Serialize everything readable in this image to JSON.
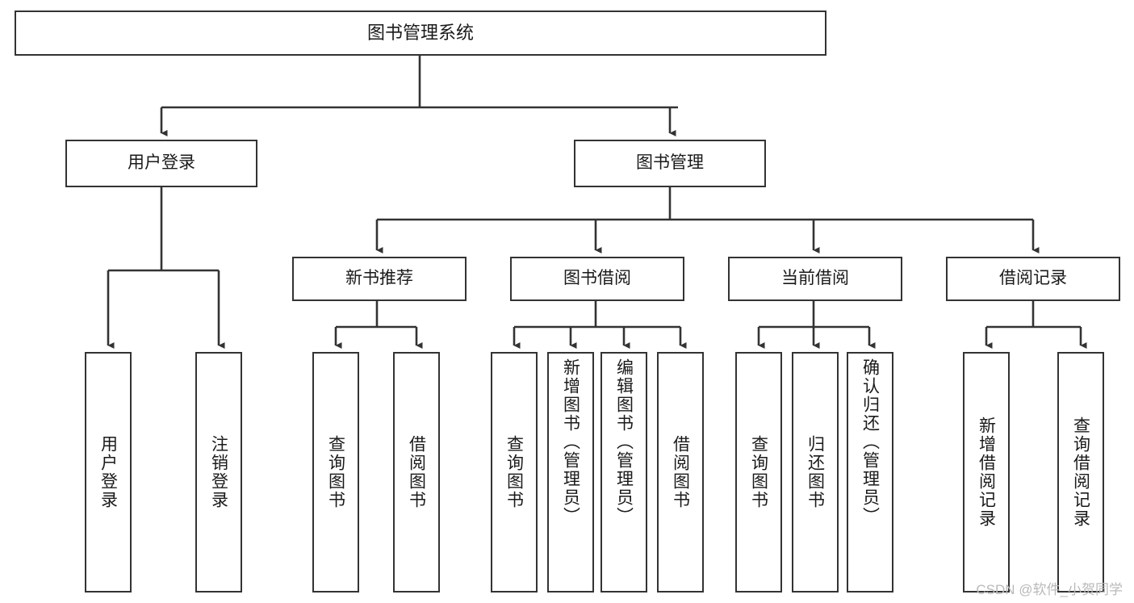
{
  "diagram": {
    "type": "tree-hierarchy-chart",
    "title": "图书管理系统",
    "colors": {
      "box_border": "#333333",
      "box_fill": "#ffffff",
      "connector": "#333333",
      "text": "#1a1a1a",
      "watermark": "#b9b9b9",
      "background": "#ffffff"
    },
    "root": {
      "label": "图书管理系统"
    },
    "level2": [
      {
        "label": "用户登录"
      },
      {
        "label": "图书管理"
      }
    ],
    "level3": [
      {
        "label": "新书推荐"
      },
      {
        "label": "图书借阅"
      },
      {
        "label": "当前借阅"
      },
      {
        "label": "借阅记录"
      }
    ],
    "leaves": {
      "user_login": [
        {
          "label": "用户登录"
        },
        {
          "label": "注销登录"
        }
      ],
      "new_book_recommend": [
        {
          "label": "查询图书"
        },
        {
          "label": "借阅图书"
        }
      ],
      "book_borrow": [
        {
          "label": "查询图书"
        },
        {
          "label": "新增图书（管理员）"
        },
        {
          "label": "编辑图书（管理员）"
        },
        {
          "label": "借阅图书"
        }
      ],
      "current_borrow": [
        {
          "label": "查询图书"
        },
        {
          "label": "归还图书"
        },
        {
          "label": "确认归还（管理员）"
        }
      ],
      "borrow_record": [
        {
          "label": "新增借阅记录"
        },
        {
          "label": "查询借阅记录"
        }
      ]
    }
  },
  "watermark": {
    "text": "CSDN @软件_小贺同学"
  }
}
